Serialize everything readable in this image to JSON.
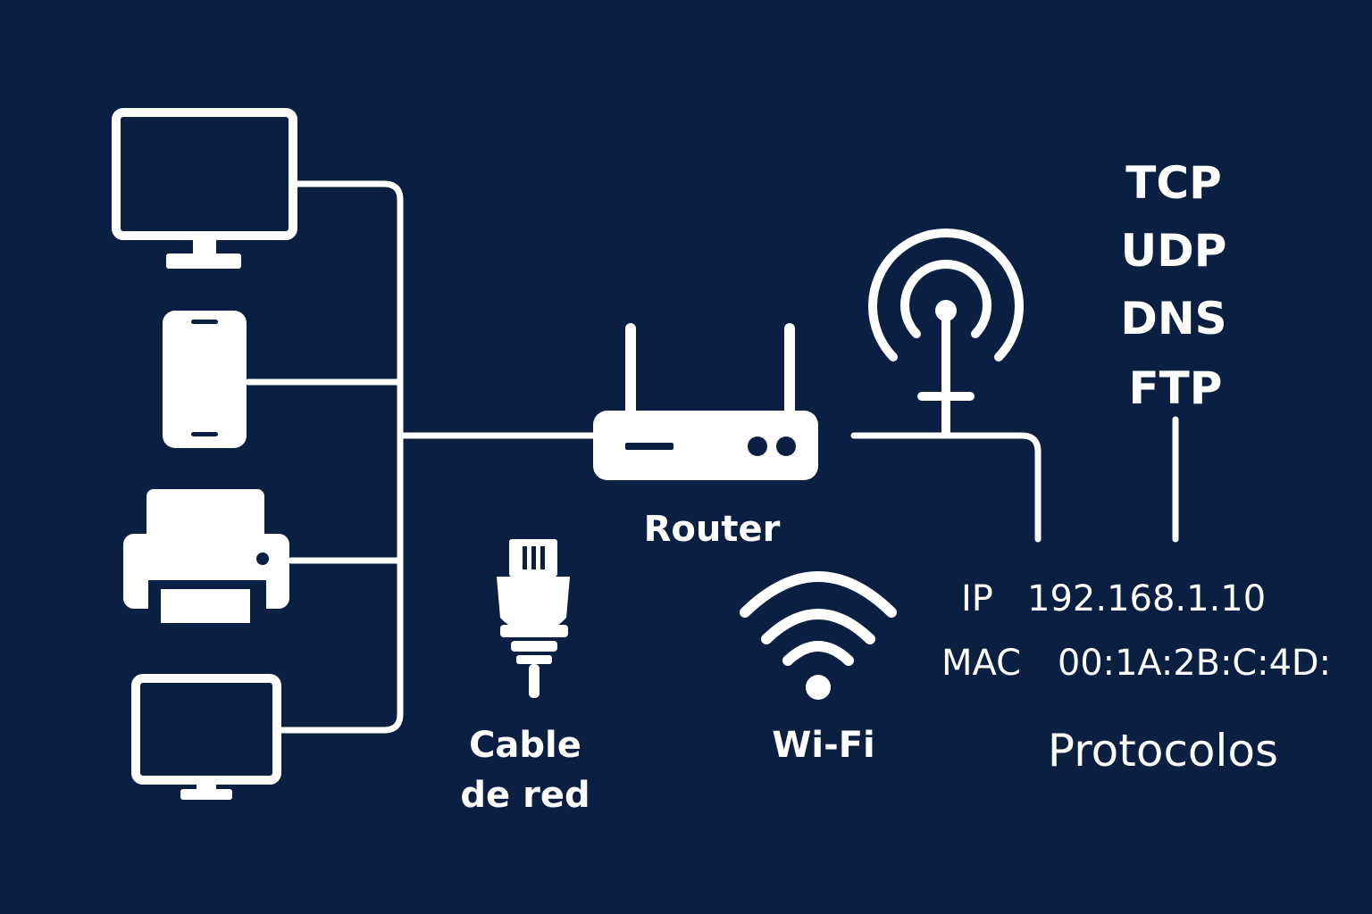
{
  "colors": {
    "background": "#0b1f42",
    "foreground": "#ffffff"
  },
  "labels": {
    "router": "Router",
    "cable_line1": "Cable",
    "cable_line2": "de red",
    "wifi": "Wi-Fi",
    "ip_key": "IP",
    "ip_value": "192.168.1.10",
    "mac_key": "MAC",
    "mac_value": "00:1A:2B:C:4D:",
    "protocols_title": "Protocolos"
  },
  "protocols": [
    "TCP",
    "UDP",
    "DNS",
    "FTP"
  ],
  "icons": {
    "monitor_top": "monitor-icon",
    "phone": "smartphone-icon",
    "printer": "printer-icon",
    "monitor_bottom": "monitor-icon",
    "router": "router-icon",
    "antenna": "antenna-tower-icon",
    "cable": "ethernet-plug-icon",
    "wifi": "wifi-icon"
  }
}
